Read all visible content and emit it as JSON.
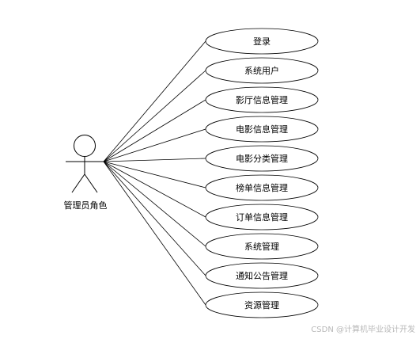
{
  "actor": {
    "label": "管理员角色"
  },
  "use_cases": [
    {
      "label": "登录"
    },
    {
      "label": "系统用户"
    },
    {
      "label": "影厅信息管理"
    },
    {
      "label": "电影信息管理"
    },
    {
      "label": "电影分类管理"
    },
    {
      "label": "榜单信息管理"
    },
    {
      "label": "订单信息管理"
    },
    {
      "label": "系统管理"
    },
    {
      "label": "通知公告管理"
    },
    {
      "label": "资源管理"
    }
  ],
  "watermark": "CSDN @计算机毕业设计开发",
  "colors": {
    "line": "#000000",
    "ellipse_fill": "#ffffff",
    "watermark": "#b8b8b8"
  }
}
